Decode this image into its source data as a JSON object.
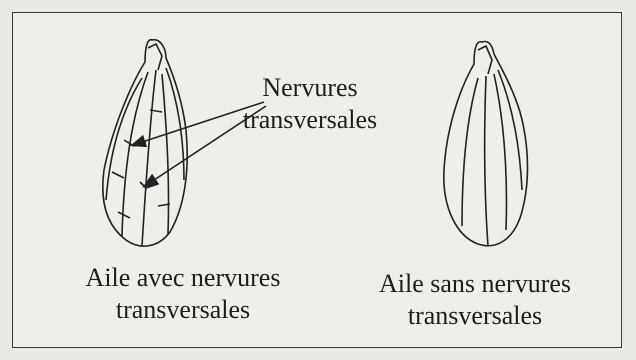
{
  "annotation": {
    "line1": "Nervures",
    "line2": "transversales"
  },
  "left_wing": {
    "caption_line1": "Aile avec nervures",
    "caption_line2": "transversales"
  },
  "right_wing": {
    "caption_line1": "Aile sans nervures",
    "caption_line2": "transversales"
  }
}
